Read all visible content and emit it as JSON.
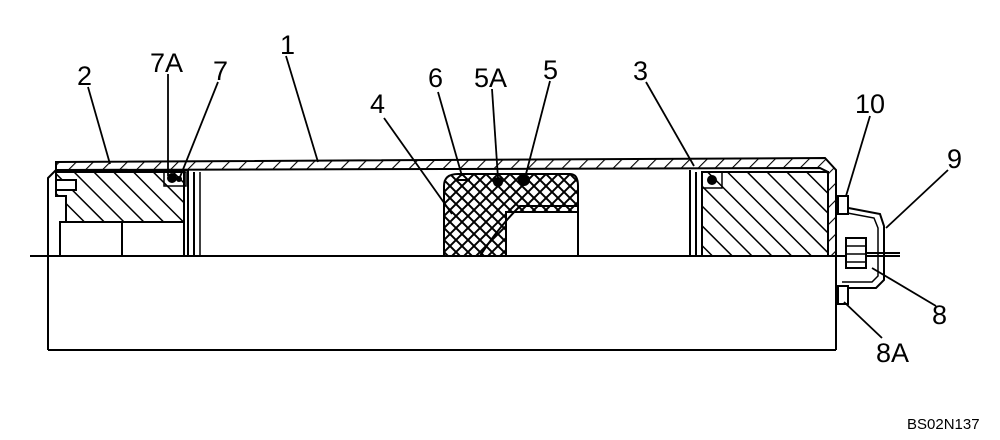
{
  "diagram": {
    "callouts": {
      "c1": "1",
      "c2": "2",
      "c3": "3",
      "c4": "4",
      "c5": "5",
      "c5a": "5A",
      "c6": "6",
      "c7": "7",
      "c7a": "7A",
      "c8": "8",
      "c8a": "8A",
      "c9": "9",
      "c10": "10"
    },
    "reference_code": "BS02N137"
  }
}
